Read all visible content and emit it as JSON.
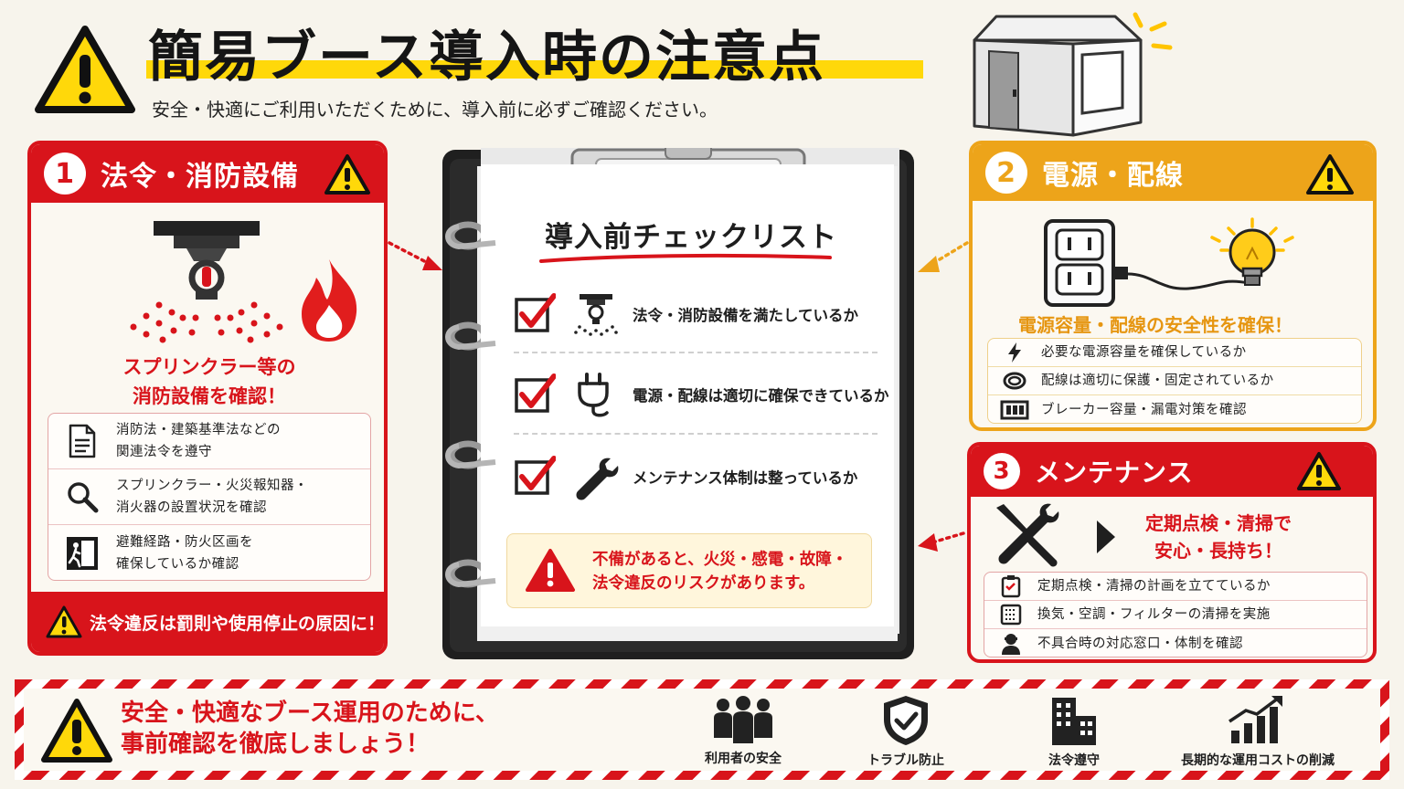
{
  "header": {
    "title": "簡易ブース導入時の注意点",
    "subtitle": "安全・快適にご利用いただくために、導入前に必ずご確認ください。"
  },
  "panel1": {
    "number": "1",
    "title": "法令・消防設備",
    "caption_line1": "スプリンクラー等の",
    "caption_line2": "消防設備を確認！",
    "items": [
      {
        "icon": "document-icon",
        "line1": "消防法・建築基準法などの",
        "line2": "関連法令を遵守"
      },
      {
        "icon": "magnifier-icon",
        "line1": "スプリンクラー・火災報知器・",
        "line2": "消火器の設置状況を確認"
      },
      {
        "icon": "emergency-exit-icon",
        "line1": "避難経路・防火区画を",
        "line2": "確保しているか確認"
      }
    ],
    "footer": "法令違反は罰則や使用停止の原因に！"
  },
  "panel2": {
    "number": "2",
    "title": "電源・配線",
    "caption": "電源容量・配線の安全性を確保！",
    "items": [
      {
        "icon": "lightning-icon",
        "text": "必要な電源容量を確保しているか"
      },
      {
        "icon": "cable-icon",
        "text": "配線は適切に保護・固定されているか"
      },
      {
        "icon": "breaker-icon",
        "text": "ブレーカー容量・漏電対策を確認"
      }
    ]
  },
  "panel3": {
    "number": "3",
    "title": "メンテナンス",
    "caption_line1": "定期点検・清掃で",
    "caption_line2": "安心・長持ち！",
    "items": [
      {
        "icon": "clipboard-icon",
        "text": "定期点検・清掃の計画を立てているか"
      },
      {
        "icon": "filter-icon",
        "text": "換気・空調・フィルターの清掃を実施"
      },
      {
        "icon": "support-person-icon",
        "text": "不具合時の対応窓口・体制を確認"
      }
    ]
  },
  "checklist": {
    "title": "導入前チェックリスト",
    "items": [
      {
        "icon": "sprinkler-icon",
        "text": "法令・消防設備を満たしているか"
      },
      {
        "icon": "plug-icon",
        "text": "電源・配線は適切に確保できているか"
      },
      {
        "icon": "wrench-icon",
        "text": "メンテナンス体制は整っているか"
      }
    ],
    "risk_line1": "不備があると、火災・感電・故障・",
    "risk_line2": "法令違反のリスクがあります。"
  },
  "banner": {
    "line1": "安全・快適なブース運用のために、",
    "line2": "事前確認を徹底しましょう！",
    "benefits": [
      {
        "icon": "users-icon",
        "label": "利用者の安全"
      },
      {
        "icon": "shield-check-icon",
        "label": "トラブル防止"
      },
      {
        "icon": "building-icon",
        "label": "法令遵守"
      },
      {
        "icon": "growth-chart-icon",
        "label": "長期的な運用コストの削減"
      }
    ]
  },
  "colors": {
    "red": "#d8141b",
    "orange": "#eda41a",
    "yellow": "#ffd80a"
  }
}
